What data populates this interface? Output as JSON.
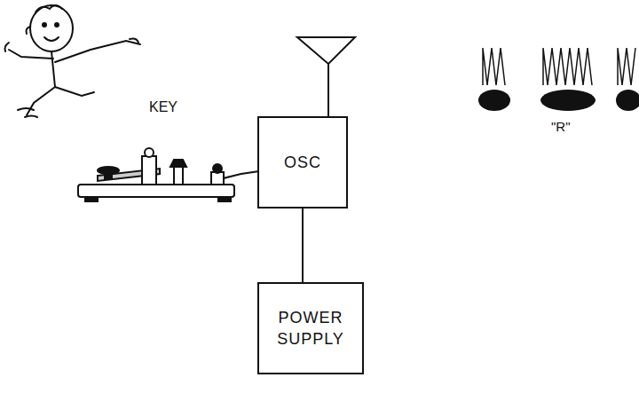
{
  "diagram": {
    "nodes": [
      {
        "text": [
          "OSC"
        ]
      },
      {
        "text": [
          "POWER SUPPLY"
        ]
      }
    ],
    "edges": [
      {
        "from": 0,
        "to": 1,
        "arrow": "none"
      }
    ],
    "labels": [
      "KEY",
      "\"R\""
    ]
  }
}
